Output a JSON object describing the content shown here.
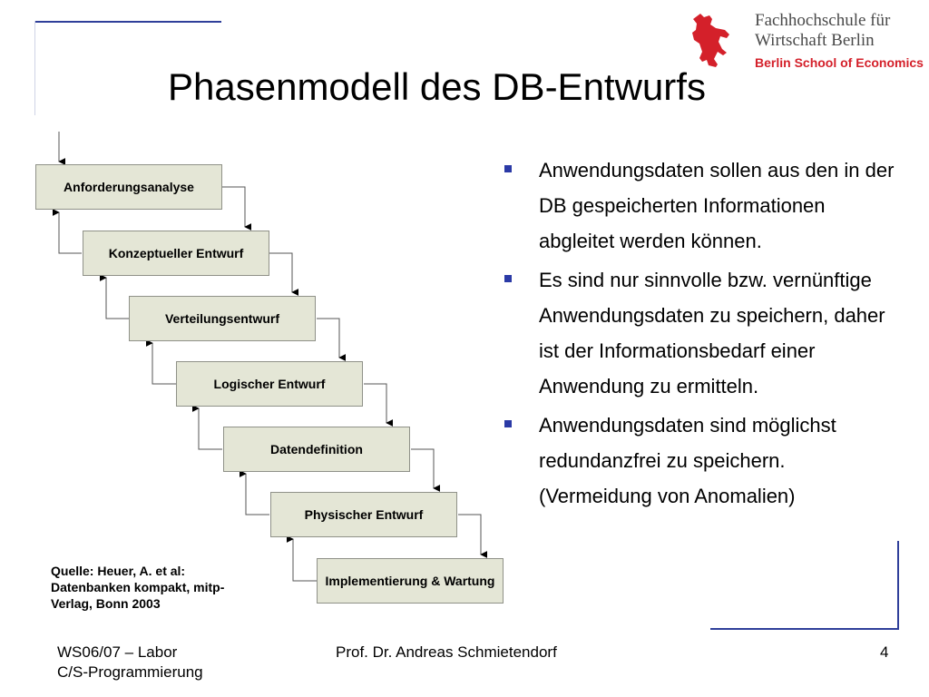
{
  "logo": {
    "line1": "Fachhochschule für",
    "line2": "Wirtschaft Berlin",
    "line3": "Berlin School of Economics"
  },
  "slide": {
    "title": "Phasenmodell des DB-Entwurfs"
  },
  "phases": [
    "Anforderungsanalyse",
    "Konzeptueller Entwurf",
    "Verteilungsentwurf",
    "Logischer Entwurf",
    "Datendefinition",
    "Physischer Entwurf",
    "Implementierung & Wartung"
  ],
  "bullets": [
    "Anwendungsdaten sollen aus den in der DB gespeicherten Informationen abgleitet werden können.",
    "Es sind nur sinnvolle bzw. vernünftige Anwendungsdaten zu speichern, daher ist der Informationsbedarf einer Anwendung zu ermitteln.",
    "Anwendungsdaten sind möglichst redundanzfrei zu speichern. (Vermeidung von Anomalien)"
  ],
  "source": "Quelle: Heuer, A. et al: Datenbanken kompakt, mitp-Verlag, Bonn 2003",
  "footer": {
    "course_line1": "WS06/07 – Labor",
    "course_line2": "C/S-Programmierung",
    "author": "Prof. Dr. Andreas Schmietendorf",
    "page_number": "4"
  },
  "colors": {
    "accent": "#2f3f9a",
    "box_fill": "#e4e6d6",
    "logo_red": "#d4202a"
  }
}
